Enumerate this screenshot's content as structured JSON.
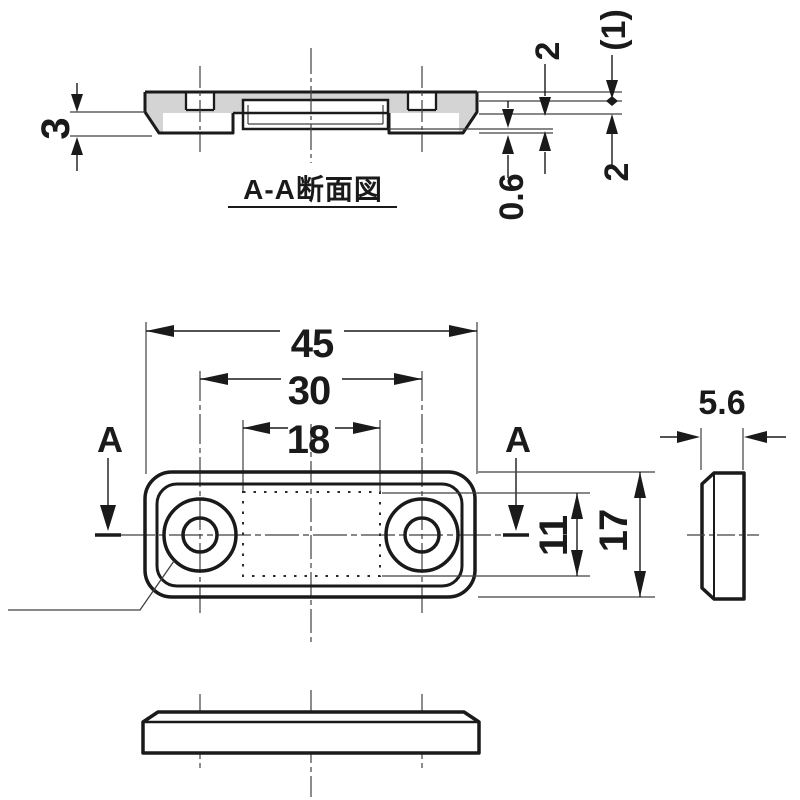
{
  "drawing": {
    "background": "#ffffff",
    "line_color": "#1a1a1a",
    "section_fill_color": "#d4d4d4",
    "section_view": {
      "label": "A-A断面図",
      "dimensions": {
        "total_thickness": "3",
        "top_plate": "2",
        "reference": "(1)",
        "bottom_wall": "0.6",
        "insert_depth": "2"
      }
    },
    "plan_view": {
      "cut_label_left": "A",
      "cut_label_right": "A",
      "dimensions": {
        "overall_length": "45",
        "hole_pitch": "30",
        "pocket_length": "18",
        "pocket_width": "11",
        "overall_width": "17"
      }
    },
    "side_view": {
      "dimensions": {
        "thickness": "5.6"
      }
    }
  }
}
